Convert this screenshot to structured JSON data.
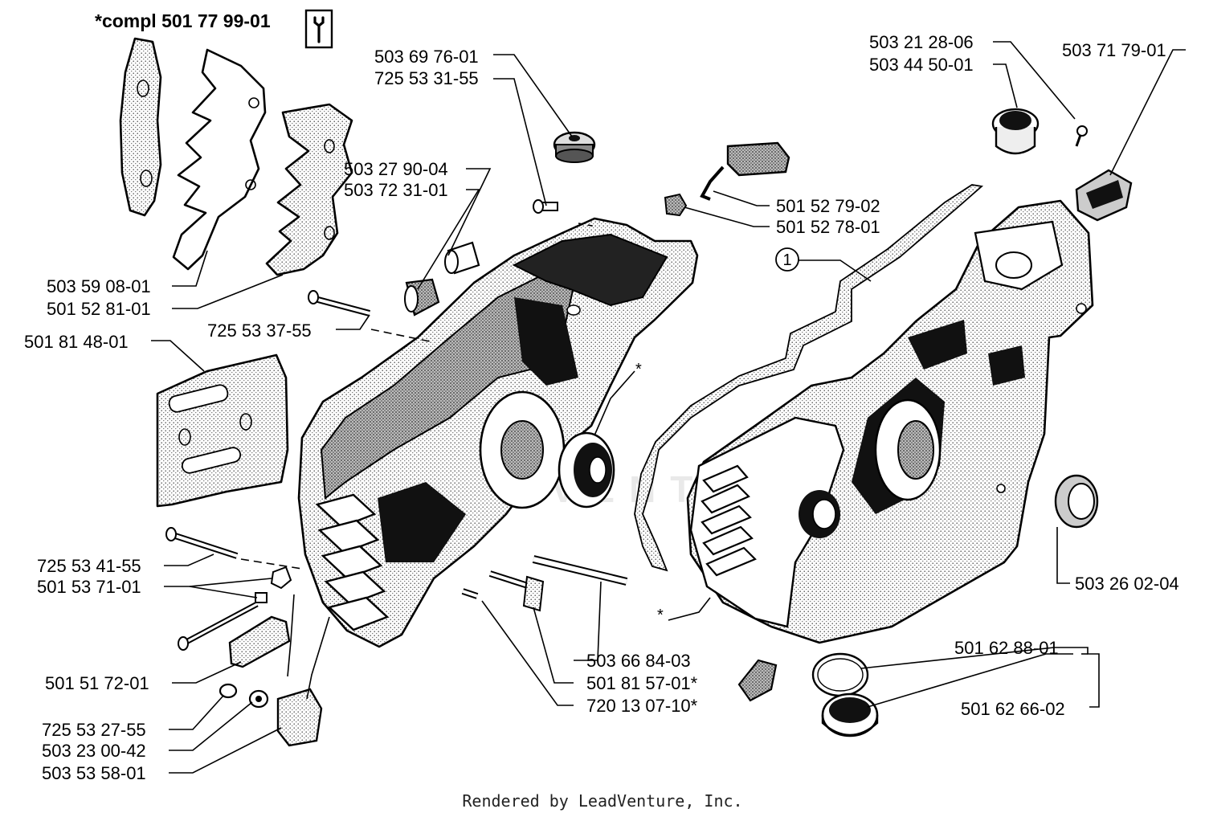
{
  "diagram": {
    "kit": {
      "label": "*compl 501 77 99-01",
      "tool_icon": "wrench-icon"
    },
    "part_numbers": {
      "p_503_69_76_01": "503 69 76-01",
      "p_725_53_31_55": "725 53 31-55",
      "p_503_27_90_04": "503 27 90-04",
      "p_503_72_31_01": "503 72 31-01",
      "p_503_59_08_01": "503 59 08-01",
      "p_501_52_81_01": "501 52 81-01",
      "p_725_53_37_55": "725 53 37-55",
      "p_501_81_48_01": "501 81 48-01",
      "p_725_53_41_55": "725 53 41-55",
      "p_501_53_71_01": "501 53 71-01",
      "p_501_51_72_01": "501 51 72-01",
      "p_725_53_27_55": "725 53 27-55",
      "p_503_23_00_42": "503 23 00-42",
      "p_503_53_58_01": "503 53 58-01",
      "p_503_66_84_03": "503 66 84-03",
      "p_501_81_57_01": "501 81 57-01*",
      "p_720_13_07_10": "720 13 07-10*",
      "p_501_52_79_02": "501 52 79-02",
      "p_501_52_78_01": "501 52 78-01",
      "p_503_21_28_06": "503 21 28-06",
      "p_503_44_50_01": "503 44 50-01",
      "p_503_71_79_01": "503 71 79-01",
      "p_503_26_02_04": "503 26 02-04",
      "p_501_62_88_01": "501 62 88-01",
      "p_501_62_66_02": "501 62 66-02"
    },
    "callout_1": "1",
    "asterisk": "*",
    "watermark": "LEADVENTURE",
    "footer": "Rendered by LeadVenture, Inc."
  }
}
